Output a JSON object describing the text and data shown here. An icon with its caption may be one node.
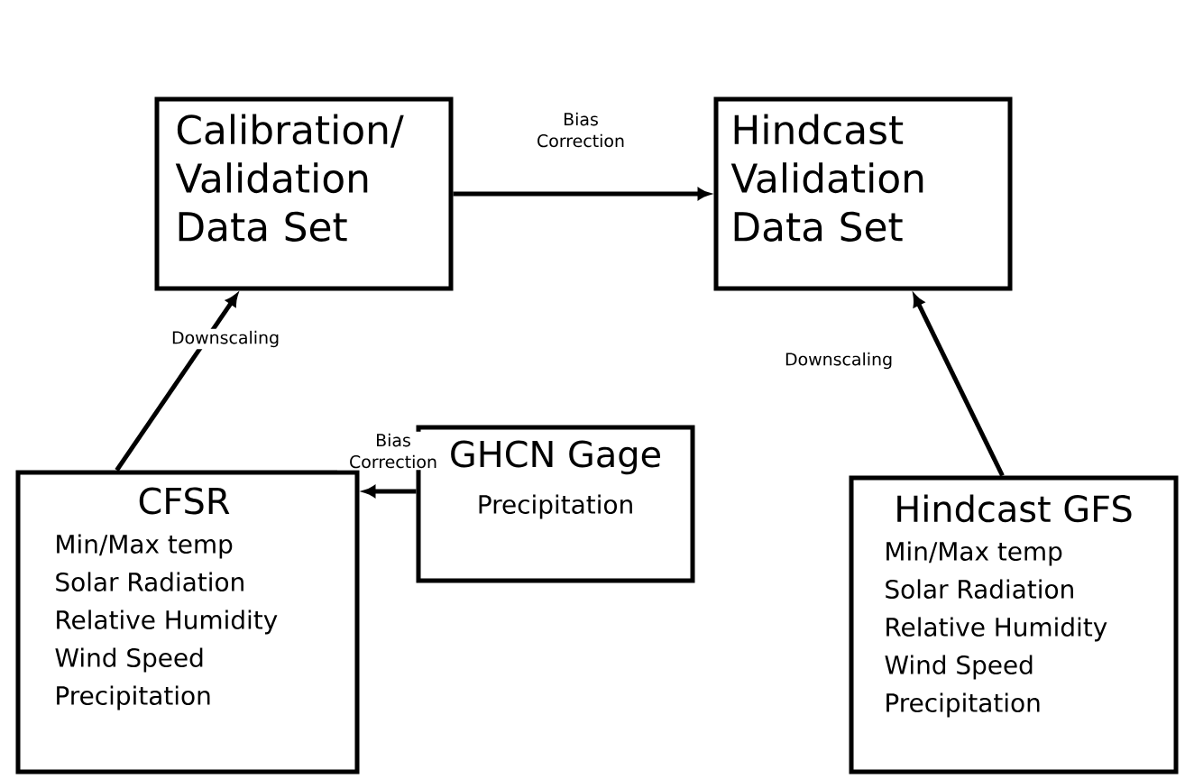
{
  "diagram": {
    "nodes": [
      {
        "text": [
          "Calibration/ Validation Data Set"
        ]
      },
      {
        "text": [
          "Hindcast Validation Data Set"
        ]
      },
      {
        "text": [
          "CFSR",
          "Min/Max temp",
          "Solar Radiation",
          "Relative Humidity",
          "Wind Speed",
          "Precipitation"
        ]
      },
      {
        "text": [
          "GHCN Gage",
          "Precipitation"
        ]
      },
      {
        "text": [
          "Hindcast GFS",
          "Min/Max temp",
          "Solar Radiation",
          "Relative Humidity",
          "Wind Speed",
          "Precipitation"
        ]
      }
    ],
    "edges": [
      {
        "from": 0,
        "to": 1,
        "arrow": "to",
        "label": "Bias Correction"
      },
      {
        "from": 2,
        "to": 0,
        "arrow": "to",
        "label": "Downscaling"
      },
      {
        "from": 3,
        "to": 2,
        "arrow": "to",
        "label": "Bias Correction"
      },
      {
        "from": 4,
        "to": 1,
        "arrow": "to",
        "label": "Downscaling"
      }
    ]
  }
}
